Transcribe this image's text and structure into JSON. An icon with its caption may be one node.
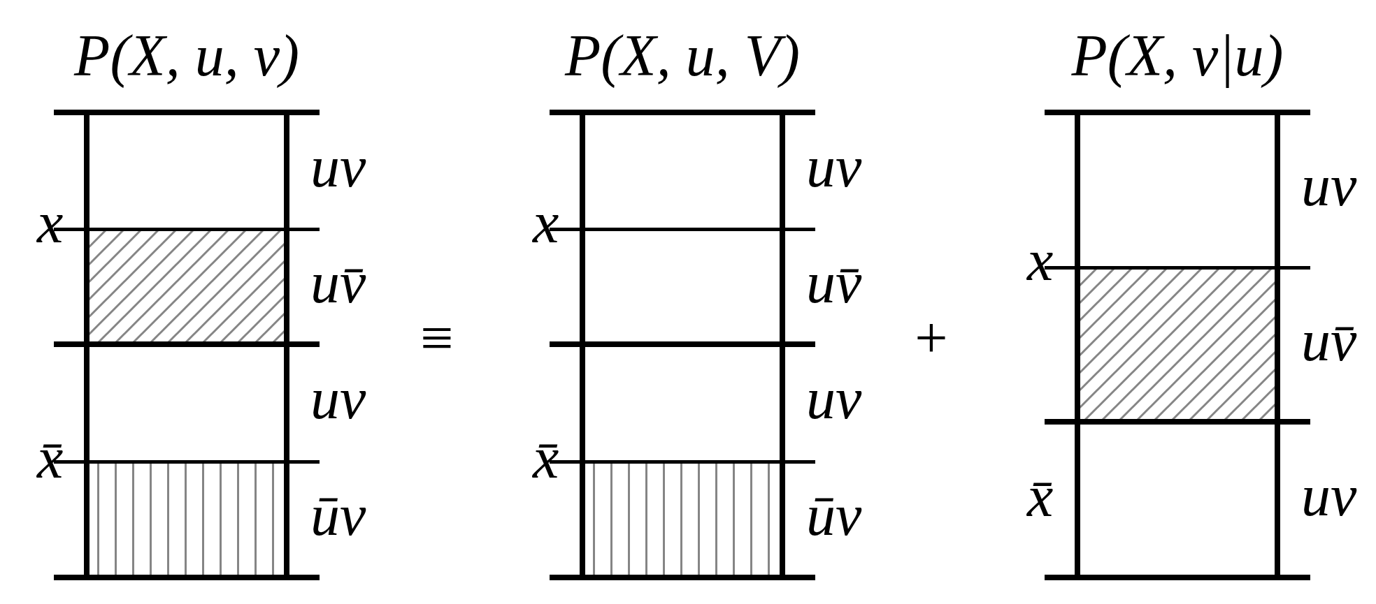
{
  "diagram": {
    "nodes": [
      {
        "text": [
          "P(X, u, v)"
        ]
      },
      {
        "text": [],
        "shape": "box",
        "in": 0,
        "beside": [
          "uv"
        ]
      },
      {
        "text": [],
        "shape": "box",
        "in": 0,
        "beside": [
          "uv̄"
        ]
      },
      {
        "text": [],
        "shape": "box",
        "in": 0,
        "beside": [
          "uv"
        ]
      },
      {
        "text": [],
        "shape": "box",
        "in": 0,
        "beside": [
          "ūv"
        ]
      },
      {
        "text": [
          "P(X, u, V)"
        ]
      },
      {
        "text": [],
        "shape": "box",
        "in": 5,
        "beside": [
          "uv"
        ]
      },
      {
        "text": [],
        "shape": "box",
        "in": 5,
        "beside": [
          "uv̄"
        ]
      },
      {
        "text": [],
        "shape": "box",
        "in": 5,
        "beside": [
          "uv"
        ]
      },
      {
        "text": [],
        "shape": "box",
        "in": 5,
        "beside": [
          "ūv"
        ]
      },
      {
        "text": [
          "P(X, v|u)"
        ]
      },
      {
        "text": [],
        "shape": "box",
        "in": 10,
        "beside": [
          "uv"
        ]
      },
      {
        "text": [],
        "shape": "box",
        "in": 10,
        "beside": [
          "uv̄"
        ]
      },
      {
        "text": [],
        "shape": "box",
        "in": 10,
        "beside": [
          "uv"
        ]
      }
    ],
    "labels": [
      "x",
      "x̄",
      "≡",
      "x",
      "x̄",
      "+",
      "x",
      "x̄"
    ]
  }
}
